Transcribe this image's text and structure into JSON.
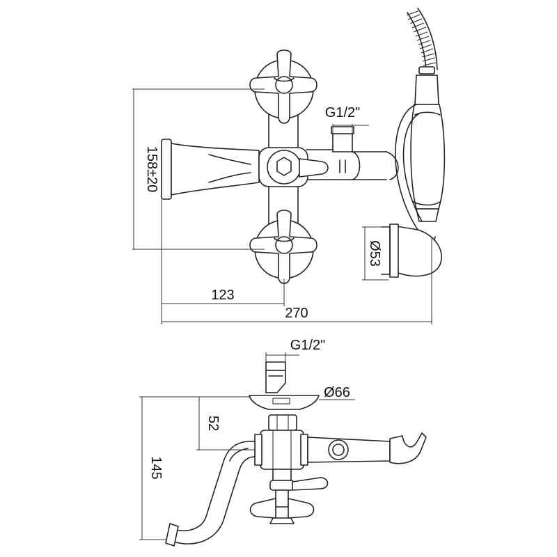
{
  "diagram": {
    "type": "technical drawing",
    "subject": "wall-mounted bath mixer with hand shower",
    "views": [
      "front",
      "side"
    ]
  },
  "front_view": {
    "dims": {
      "height": "158±20",
      "offset": "123",
      "width": "270",
      "thread": "G1/2\"",
      "holder_dia": "Ø53"
    }
  },
  "side_view": {
    "dims": {
      "thread": "G1/2\"",
      "flange_dia": "Ø66",
      "depth": "52",
      "projection": "145"
    }
  }
}
